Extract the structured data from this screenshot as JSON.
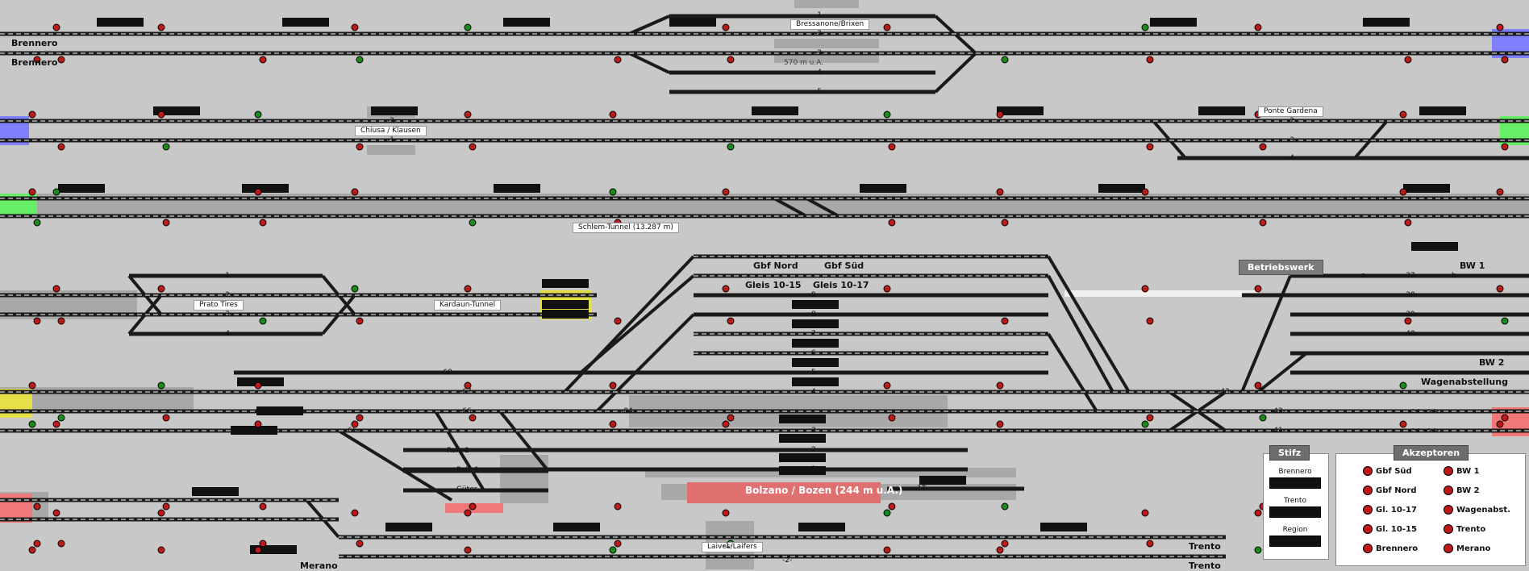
{
  "colors": {
    "background": "#c8c8c8",
    "track": "#1a1a1a",
    "rail_dash": "#ffffff",
    "signal_red": "#c01818",
    "signal_green": "#1a8a1a",
    "counter_box": "#111111",
    "section_fill": "#a8a8a8",
    "edge_blue": "#8080ff",
    "edge_green": "#66ee66",
    "edge_yellow": "#e6e048",
    "edge_red": "#f07878",
    "station_banner": "#e07070"
  },
  "labels": {
    "brennero_top": "Brennero",
    "brennero_bottom": "Brennero",
    "bressanone": "Bressanone/Brixen",
    "tunnel_570": "570 m u.A.",
    "chiusa": "Chiusa / Klausen",
    "ponte_gardena": "Ponte Gardena",
    "schlem_tunnel": "Schlem-Tunnel (13.287 m)",
    "prato_tires": "Prato Tires",
    "kardaun_tunnel": "Kardaun-Tunnel",
    "gbf_nord": "Gbf Nord",
    "gbf_sued": "Gbf Süd",
    "gleis_10_15": "Gleis 10-15",
    "gleis_10_17": "Gleis 10-17",
    "betriebswerk": "Betriebswerk",
    "bw1": "BW 1",
    "bw2": "BW 2",
    "wagenabstellung": "Wagenabstellung",
    "rola2": "Rola 2",
    "rola1": "Rola 1",
    "gueter": "Güter",
    "bolzano": "Bolzano / Bozen (244 m u.A.)",
    "merano": "Merano",
    "laives": "Laives/Laifers",
    "trento_top": "Trento",
    "trento_bottom": "Trento"
  },
  "track_numbers": {
    "bressanone": [
      "-1-",
      "-2-",
      "-3-",
      "-4-",
      "-5-"
    ],
    "chiusa": [
      "-2-",
      "-1-"
    ],
    "ponte": [
      "-2-",
      "-3-",
      "-4-"
    ],
    "prato": [
      "-1-",
      "-2-",
      "-3-",
      "-4-"
    ],
    "bolzano_left": [
      "-68-",
      "-67-",
      "-66-",
      "-65-"
    ],
    "bolzano_gleis": [
      "9",
      "8",
      "7",
      "6",
      "5",
      "4",
      "3",
      "2",
      "1"
    ],
    "bolzano_right": [
      "-43-",
      "-42-",
      "-41-"
    ],
    "bw": [
      "-37-",
      "-38-",
      "-39-",
      "-40-"
    ],
    "track_1t": "-1T-",
    "track_84": "-84-",
    "laives": [
      "-1-",
      "-2-"
    ],
    "g_marker": "G",
    "a_marker": "a",
    "b_marker": "b",
    "right_arrows": "<< - >>"
  },
  "legend": {
    "stift_title": "Stifz",
    "stift_items": [
      "Brennero",
      "Trento",
      "Region"
    ],
    "akzeptoren_title": "Akzeptoren",
    "akzeptoren_left": [
      "Gbf Süd",
      "Gbf Nord",
      "Gl. 10-17",
      "Gl. 10-15",
      "Brennero"
    ],
    "akzeptoren_right": [
      "BW 1",
      "BW 2",
      "Wagenabst.",
      "Trento",
      "Merano"
    ]
  }
}
